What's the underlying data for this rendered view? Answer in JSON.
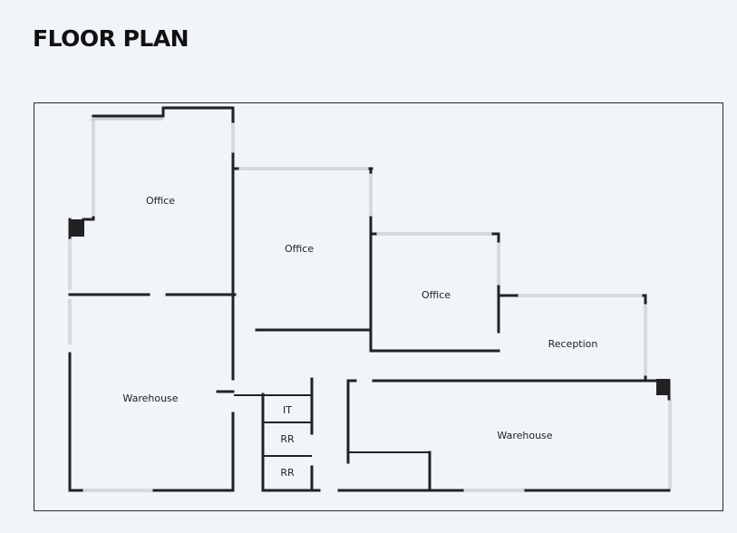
{
  "title": "FLOOR PLAN",
  "rooms": [
    {
      "label": "Office"
    },
    {
      "label": "Office"
    },
    {
      "label": "Office"
    },
    {
      "label": "Reception"
    },
    {
      "label": "Warehouse"
    },
    {
      "label": "IT"
    },
    {
      "label": "RR"
    },
    {
      "label": "RR"
    },
    {
      "label": "Warehouse"
    }
  ]
}
